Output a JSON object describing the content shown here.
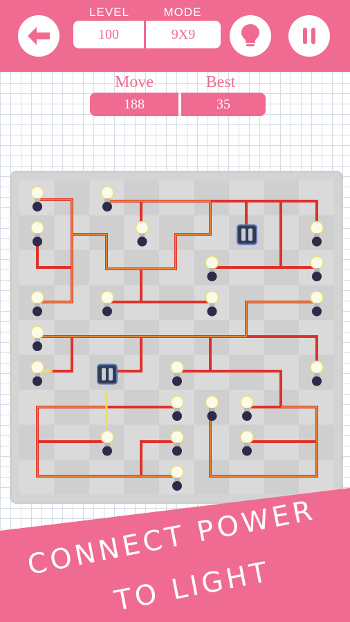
{
  "header": {
    "level_label": "LEVEL",
    "level_value": "100",
    "mode_label": "MODE",
    "mode_value": "9X9",
    "back_icon": "arrow-left-icon",
    "hint_icon": "lightbulb-icon",
    "pause_icon": "pause-icon"
  },
  "stats": {
    "move_label": "Move",
    "move_value": "188",
    "best_label": "Best",
    "best_value": "35"
  },
  "banner": {
    "line1": "CONNECT POWER",
    "line2": "TO LIGHT"
  },
  "colors": {
    "accent": "#f06b91",
    "wire": "#e0302a",
    "board": "#d4d4d4"
  },
  "board": {
    "grid_size": 9,
    "power_sources": [
      [
        6,
        1
      ],
      [
        2,
        5
      ]
    ],
    "bulbs": [
      [
        0,
        0
      ],
      [
        2,
        0
      ],
      [
        0,
        1
      ],
      [
        3,
        1
      ],
      [
        8,
        1
      ],
      [
        5,
        2
      ],
      [
        8,
        2
      ],
      [
        0,
        3
      ],
      [
        2,
        3
      ],
      [
        5,
        3
      ],
      [
        8,
        3
      ],
      [
        0,
        4
      ],
      [
        0,
        5
      ],
      [
        4,
        5
      ],
      [
        8,
        5
      ],
      [
        4,
        6
      ],
      [
        5,
        6
      ],
      [
        6,
        6
      ],
      [
        2,
        7
      ],
      [
        4,
        7
      ],
      [
        6,
        7
      ],
      [
        4,
        8
      ]
    ]
  }
}
